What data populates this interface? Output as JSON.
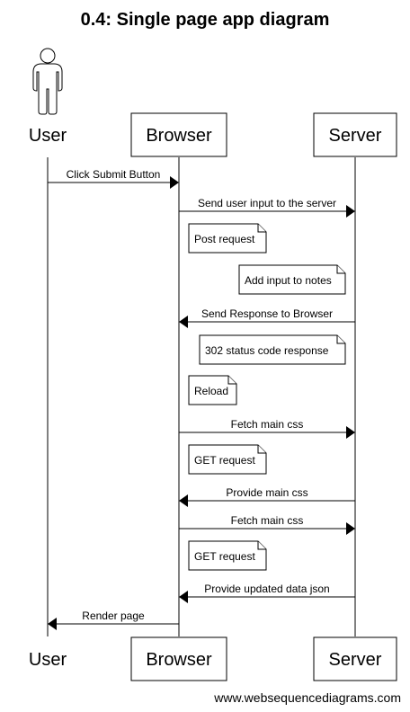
{
  "title": "0.4: Single page app diagram",
  "participants": [
    {
      "id": "user",
      "label": "User",
      "kind": "actor"
    },
    {
      "id": "browser",
      "label": "Browser",
      "kind": "box"
    },
    {
      "id": "server",
      "label": "Server",
      "kind": "box"
    }
  ],
  "events": [
    {
      "type": "message",
      "from": "user",
      "to": "browser",
      "label": "Click Submit Button"
    },
    {
      "type": "message",
      "from": "browser",
      "to": "server",
      "label": "Send user input to the server"
    },
    {
      "type": "note",
      "over": "browser",
      "label": "Post request"
    },
    {
      "type": "note",
      "over": "server",
      "label": "Add input to notes"
    },
    {
      "type": "message",
      "from": "server",
      "to": "browser",
      "label": "Send Response to Browser"
    },
    {
      "type": "note",
      "over": "server",
      "label": "302 status code response"
    },
    {
      "type": "note",
      "over": "browser",
      "label": "Reload"
    },
    {
      "type": "message",
      "from": "browser",
      "to": "server",
      "label": "Fetch main css"
    },
    {
      "type": "note",
      "over": "browser",
      "label": "GET request"
    },
    {
      "type": "message",
      "from": "server",
      "to": "browser",
      "label": "Provide main css"
    },
    {
      "type": "message",
      "from": "browser",
      "to": "server",
      "label": "Fetch main css"
    },
    {
      "type": "note",
      "over": "browser",
      "label": "GET request"
    },
    {
      "type": "message",
      "from": "server",
      "to": "browser",
      "label": "Provide updated data json"
    },
    {
      "type": "message",
      "from": "browser",
      "to": "user",
      "label": "Render page"
    }
  ],
  "watermark": "www.websequencediagrams.com"
}
